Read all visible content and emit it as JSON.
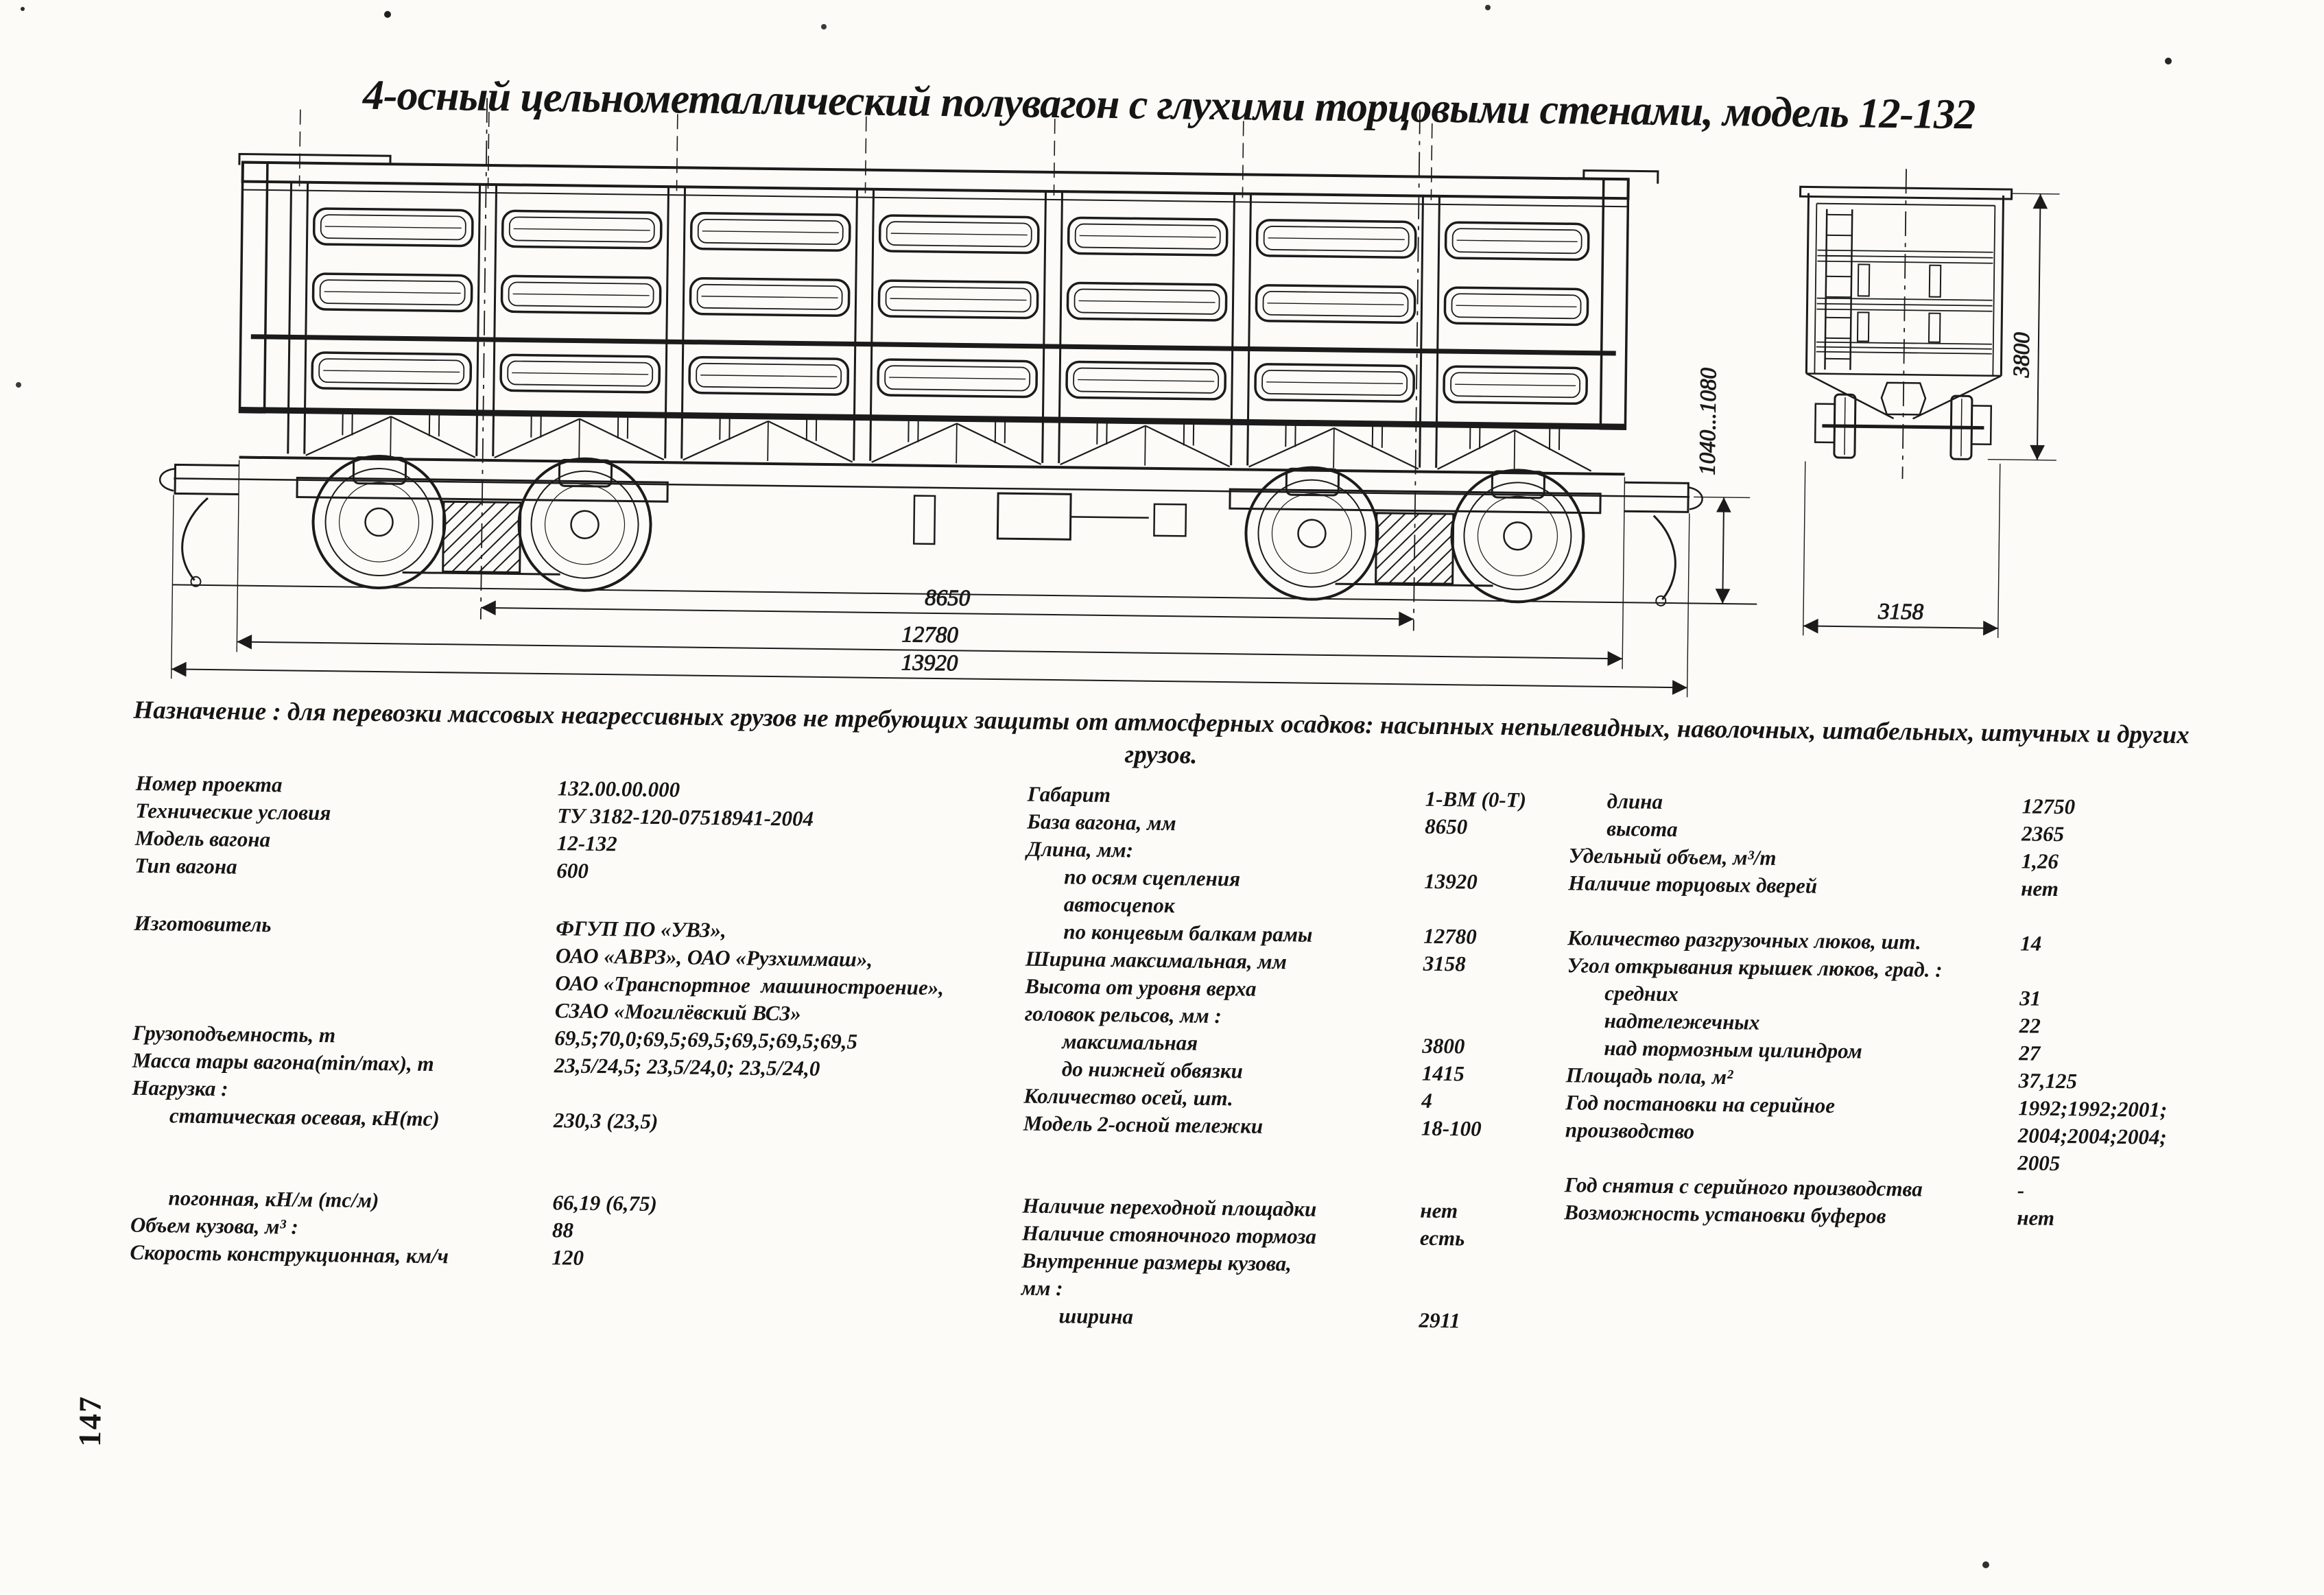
{
  "page_title": "4-осный цельнометаллический полувагон с глухими торцовыми стенами, модель 12-132",
  "purpose": "Назначение : для перевозки массовых неагрессивных грузов не требующих защиты от атмосферных осадков: насыпных непылевидных, наволочных, штабельных, штучных и других грузов.",
  "page_number": "147",
  "drawing": {
    "dimensions": {
      "bogie_base": "8650",
      "length_over_end_beams": "12780",
      "length_over_coupler_axes": "13920",
      "max_width": "3158",
      "max_height": "3800",
      "coupler_axis_height": "1040...1080"
    }
  },
  "spec": {
    "columns": [
      {
        "name": "left",
        "rows": [
          {
            "label": "Номер проекта",
            "value": "132.00.00.000"
          },
          {
            "label": "Технические условия",
            "value": "ТУ 3182-120-07518941-2004"
          },
          {
            "label": "Модель вагона",
            "value": "12-132"
          },
          {
            "label": "Тип вагона",
            "value": "600"
          },
          {
            "label": "Изготовитель",
            "value": "ФГУП ПО «УВЗ»,\nОАО «АВРЗ», ОАО «Рузхиммаш»,\nОАО «Транспортное  машиностроение»,\nСЗАО «Могилёвский ВСЗ»",
            "gap": 44
          },
          {
            "label": "Грузоподъемность, т",
            "value": "69,5;70,0;69,5;69,5;69,5;69,5;69,5"
          },
          {
            "label": "Масса тары вагона(min/max), т",
            "value": "23,5/24,5; 23,5/24,0; 23,5/24,0"
          },
          {
            "label": "Нагрузка :",
            "value": ""
          },
          {
            "label": "статическая осевая, кН(тс)",
            "value": "230,3 (23,5)",
            "indent": 1
          },
          {
            "label": "погонная, кН/м (тс/м)",
            "value": "66,19 (6,75)",
            "indent": 1,
            "gap": 80
          },
          {
            "label": "Объем кузова, м³ :",
            "value": "88"
          },
          {
            "label": "Скорость конструкционная, км/ч",
            "value": "120"
          }
        ]
      },
      {
        "name": "middle",
        "rows": [
          {
            "label": "Габарит",
            "value": "1-ВМ (0-Т)"
          },
          {
            "label": "База вагона, мм",
            "value": "8650"
          },
          {
            "label": "Длина, мм:",
            "value": ""
          },
          {
            "label": "по осям сцепления автосцепок",
            "value": "13920",
            "indent": 1
          },
          {
            "label": "по концевым балкам рамы",
            "value": "12780",
            "indent": 1
          },
          {
            "label": "Ширина максимальная, мм",
            "value": "3158"
          },
          {
            "label": "Высота от уровня верха головок рельсов, мм :",
            "value": ""
          },
          {
            "label": "максимальная",
            "value": "3800",
            "indent": 1
          },
          {
            "label": "до нижней обвязки",
            "value": "1415",
            "indent": 1
          },
          {
            "label": "Количество осей, шт.",
            "value": "4"
          },
          {
            "label": "Модель 2-осной тележки",
            "value": "18-100"
          },
          {
            "label": "Наличие переходной площадки",
            "value": "нет",
            "gap": 80
          },
          {
            "label": "Наличие стояночного тормоза",
            "value": "есть"
          },
          {
            "label": "Внутренние размеры кузова, мм :",
            "value": ""
          },
          {
            "label": "ширина",
            "value": "2911",
            "indent": 1
          }
        ]
      },
      {
        "name": "right",
        "rows": [
          {
            "label": "длина",
            "value": "12750",
            "indent": 1
          },
          {
            "label": "высота",
            "value": "2365",
            "indent": 1
          },
          {
            "label": "Удельный объем, м³/т",
            "value": "1,26"
          },
          {
            "label": "Наличие торцовых дверей",
            "value": "нет"
          },
          {
            "label": "Количество разгрузочных люков, шт.",
            "value": "14",
            "gap": 40
          },
          {
            "label": "Угол открывания крышек люков, град. :",
            "value": ""
          },
          {
            "label": "средних",
            "value": "31",
            "indent": 1
          },
          {
            "label": "надтележечных",
            "value": "22",
            "indent": 1
          },
          {
            "label": "над тормозным цилиндром",
            "value": "27",
            "indent": 1
          },
          {
            "label": "Площадь пола, м²",
            "value": "37,125"
          },
          {
            "label": "Год постановки на серийное производство",
            "value": "1992;1992;2001;\n2004;2004;2004;\n2005"
          },
          {
            "label": "Год снятия с серийного производства",
            "value": "-"
          },
          {
            "label": "Возможность установки буферов",
            "value": "нет"
          }
        ]
      }
    ]
  }
}
